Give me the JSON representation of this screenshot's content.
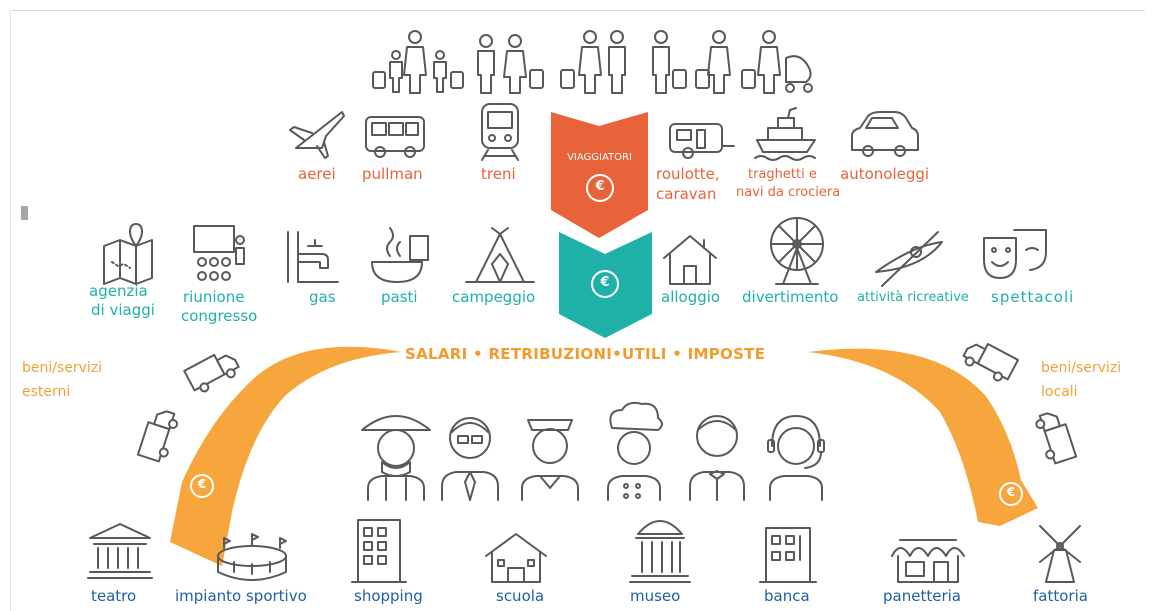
{
  "colors": {
    "orange_arrow": "#e8623a",
    "teal_arrow": "#1fb0a8",
    "flow_orange": "#f6a63c",
    "services_blue": "#1f5fa6",
    "icon_gray": "#595959"
  },
  "center": {
    "travellers": "VIAGGIATORI",
    "currency": "€"
  },
  "transport": [
    {
      "label": "aerei",
      "icon": "airplane-icon"
    },
    {
      "label": "pullman",
      "icon": "bus-icon"
    },
    {
      "label": "treni",
      "icon": "train-icon"
    },
    {
      "label": "roulotte,",
      "label2": "caravan",
      "icon": "caravan-icon"
    },
    {
      "label": "traghetti e",
      "label2": "navi da crociera",
      "icon": "ship-icon"
    },
    {
      "label": "autonoleggi",
      "icon": "car-icon"
    }
  ],
  "expenses": [
    {
      "label": "agenzia",
      "label2": "di viaggi",
      "icon": "map-icon"
    },
    {
      "label": "riunione",
      "label2": "congresso",
      "icon": "meeting-icon"
    },
    {
      "label": "gas",
      "icon": "gas-tap-icon"
    },
    {
      "label": "pasti",
      "icon": "meal-icon"
    },
    {
      "label": "campeggio",
      "icon": "tent-icon"
    },
    {
      "label": "alloggio",
      "icon": "house-icon"
    },
    {
      "label": "divertimento",
      "icon": "ferris-wheel-icon"
    },
    {
      "label": "attività ricreative",
      "icon": "kayak-icon"
    },
    {
      "label": "spettacoli",
      "icon": "theatre-masks-icon"
    }
  ],
  "band": {
    "text": "SALARI • RETRIBUZIONI•UTILI • IMPOSTE"
  },
  "left_side": {
    "line1": "beni/servizi",
    "line2": "esterni"
  },
  "right_side": {
    "line1": "beni/servizi",
    "line2": "locali"
  },
  "services": [
    {
      "label": "teatro",
      "icon": "theatre-building-icon"
    },
    {
      "label": "impianto sportivo",
      "icon": "stadium-icon"
    },
    {
      "label": "shopping",
      "icon": "shopping-building-icon"
    },
    {
      "label": "scuola",
      "icon": "school-icon"
    },
    {
      "label": "museo",
      "icon": "museum-icon"
    },
    {
      "label": "banca",
      "icon": "bank-icon"
    },
    {
      "label": "panetteria",
      "icon": "bakery-icon"
    },
    {
      "label": "fattoria",
      "icon": "windmill-icon"
    }
  ],
  "workers": [
    "farmer-icon",
    "businessman-icon",
    "sailor-icon",
    "chef-icon",
    "waiter-icon",
    "call-center-icon"
  ]
}
